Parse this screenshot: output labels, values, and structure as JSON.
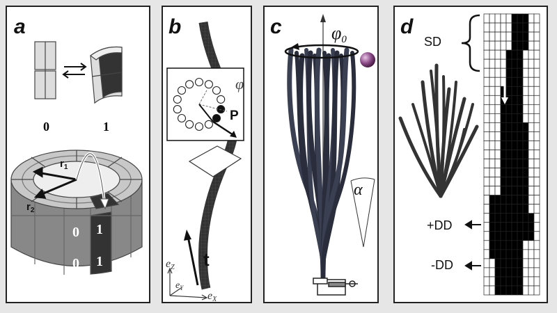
{
  "panels": {
    "a": {
      "label": "a",
      "state_0": "0",
      "state_1": "1",
      "r1": "r",
      "r1_sub": "1",
      "r2": "r",
      "r2_sub": "2",
      "cells": [
        "0",
        "1",
        "0",
        "1"
      ]
    },
    "b": {
      "label": "b",
      "phi": "φ",
      "P": "P",
      "t": "t",
      "ez": "e",
      "ez_sub": "Z",
      "ey": "e",
      "ey_sub": "Y",
      "ex": "e",
      "ex_sub": "X"
    },
    "c": {
      "label": "c",
      "phi0": "φ",
      "phi0_sub": "0",
      "alpha": "α"
    },
    "d": {
      "label": "d",
      "sd": "SD",
      "plus_dd": "+DD",
      "minus_dd": "-DD"
    }
  },
  "grid_d": {
    "cols": 10,
    "rows": 31,
    "rows_filled": [
      [
        5,
        6,
        7
      ],
      [
        5,
        6,
        7
      ],
      [
        5,
        6,
        7
      ],
      [
        5,
        6,
        7
      ],
      [
        4,
        5,
        6
      ],
      [
        4,
        5,
        6
      ],
      [
        4,
        5,
        6
      ],
      [
        4,
        5,
        6
      ],
      [
        3,
        4,
        5,
        6
      ],
      [
        3,
        4,
        5,
        6
      ],
      [
        3,
        4,
        5,
        6
      ],
      [
        3,
        4,
        5,
        6
      ],
      [
        3,
        4,
        5,
        6,
        7
      ],
      [
        3,
        4,
        5,
        6,
        7
      ],
      [
        3,
        4,
        5,
        6,
        7
      ],
      [
        3,
        4,
        5,
        6,
        7
      ],
      [
        3,
        4,
        5,
        6,
        7
      ],
      [
        3,
        4,
        5,
        6,
        7
      ],
      [
        3,
        4,
        5,
        6,
        7
      ],
      [
        3,
        4,
        5,
        6,
        7
      ],
      [
        1,
        2,
        3,
        4,
        5,
        6,
        7
      ],
      [
        1,
        2,
        3,
        4,
        5,
        6,
        7
      ],
      [
        1,
        2,
        3,
        4,
        5,
        6,
        7,
        8
      ],
      [
        1,
        2,
        3,
        4,
        5,
        6,
        7,
        8
      ],
      [
        1,
        2,
        3,
        4,
        5,
        6,
        7,
        8
      ],
      [
        1,
        2,
        3,
        4,
        5,
        6
      ],
      [
        1,
        2,
        3,
        4,
        5,
        6
      ],
      [
        2,
        3,
        4,
        5,
        6
      ],
      [
        2,
        3,
        4,
        5,
        6
      ],
      [
        2,
        3,
        4,
        5,
        6
      ],
      [
        2,
        3,
        4,
        5,
        6
      ]
    ]
  }
}
